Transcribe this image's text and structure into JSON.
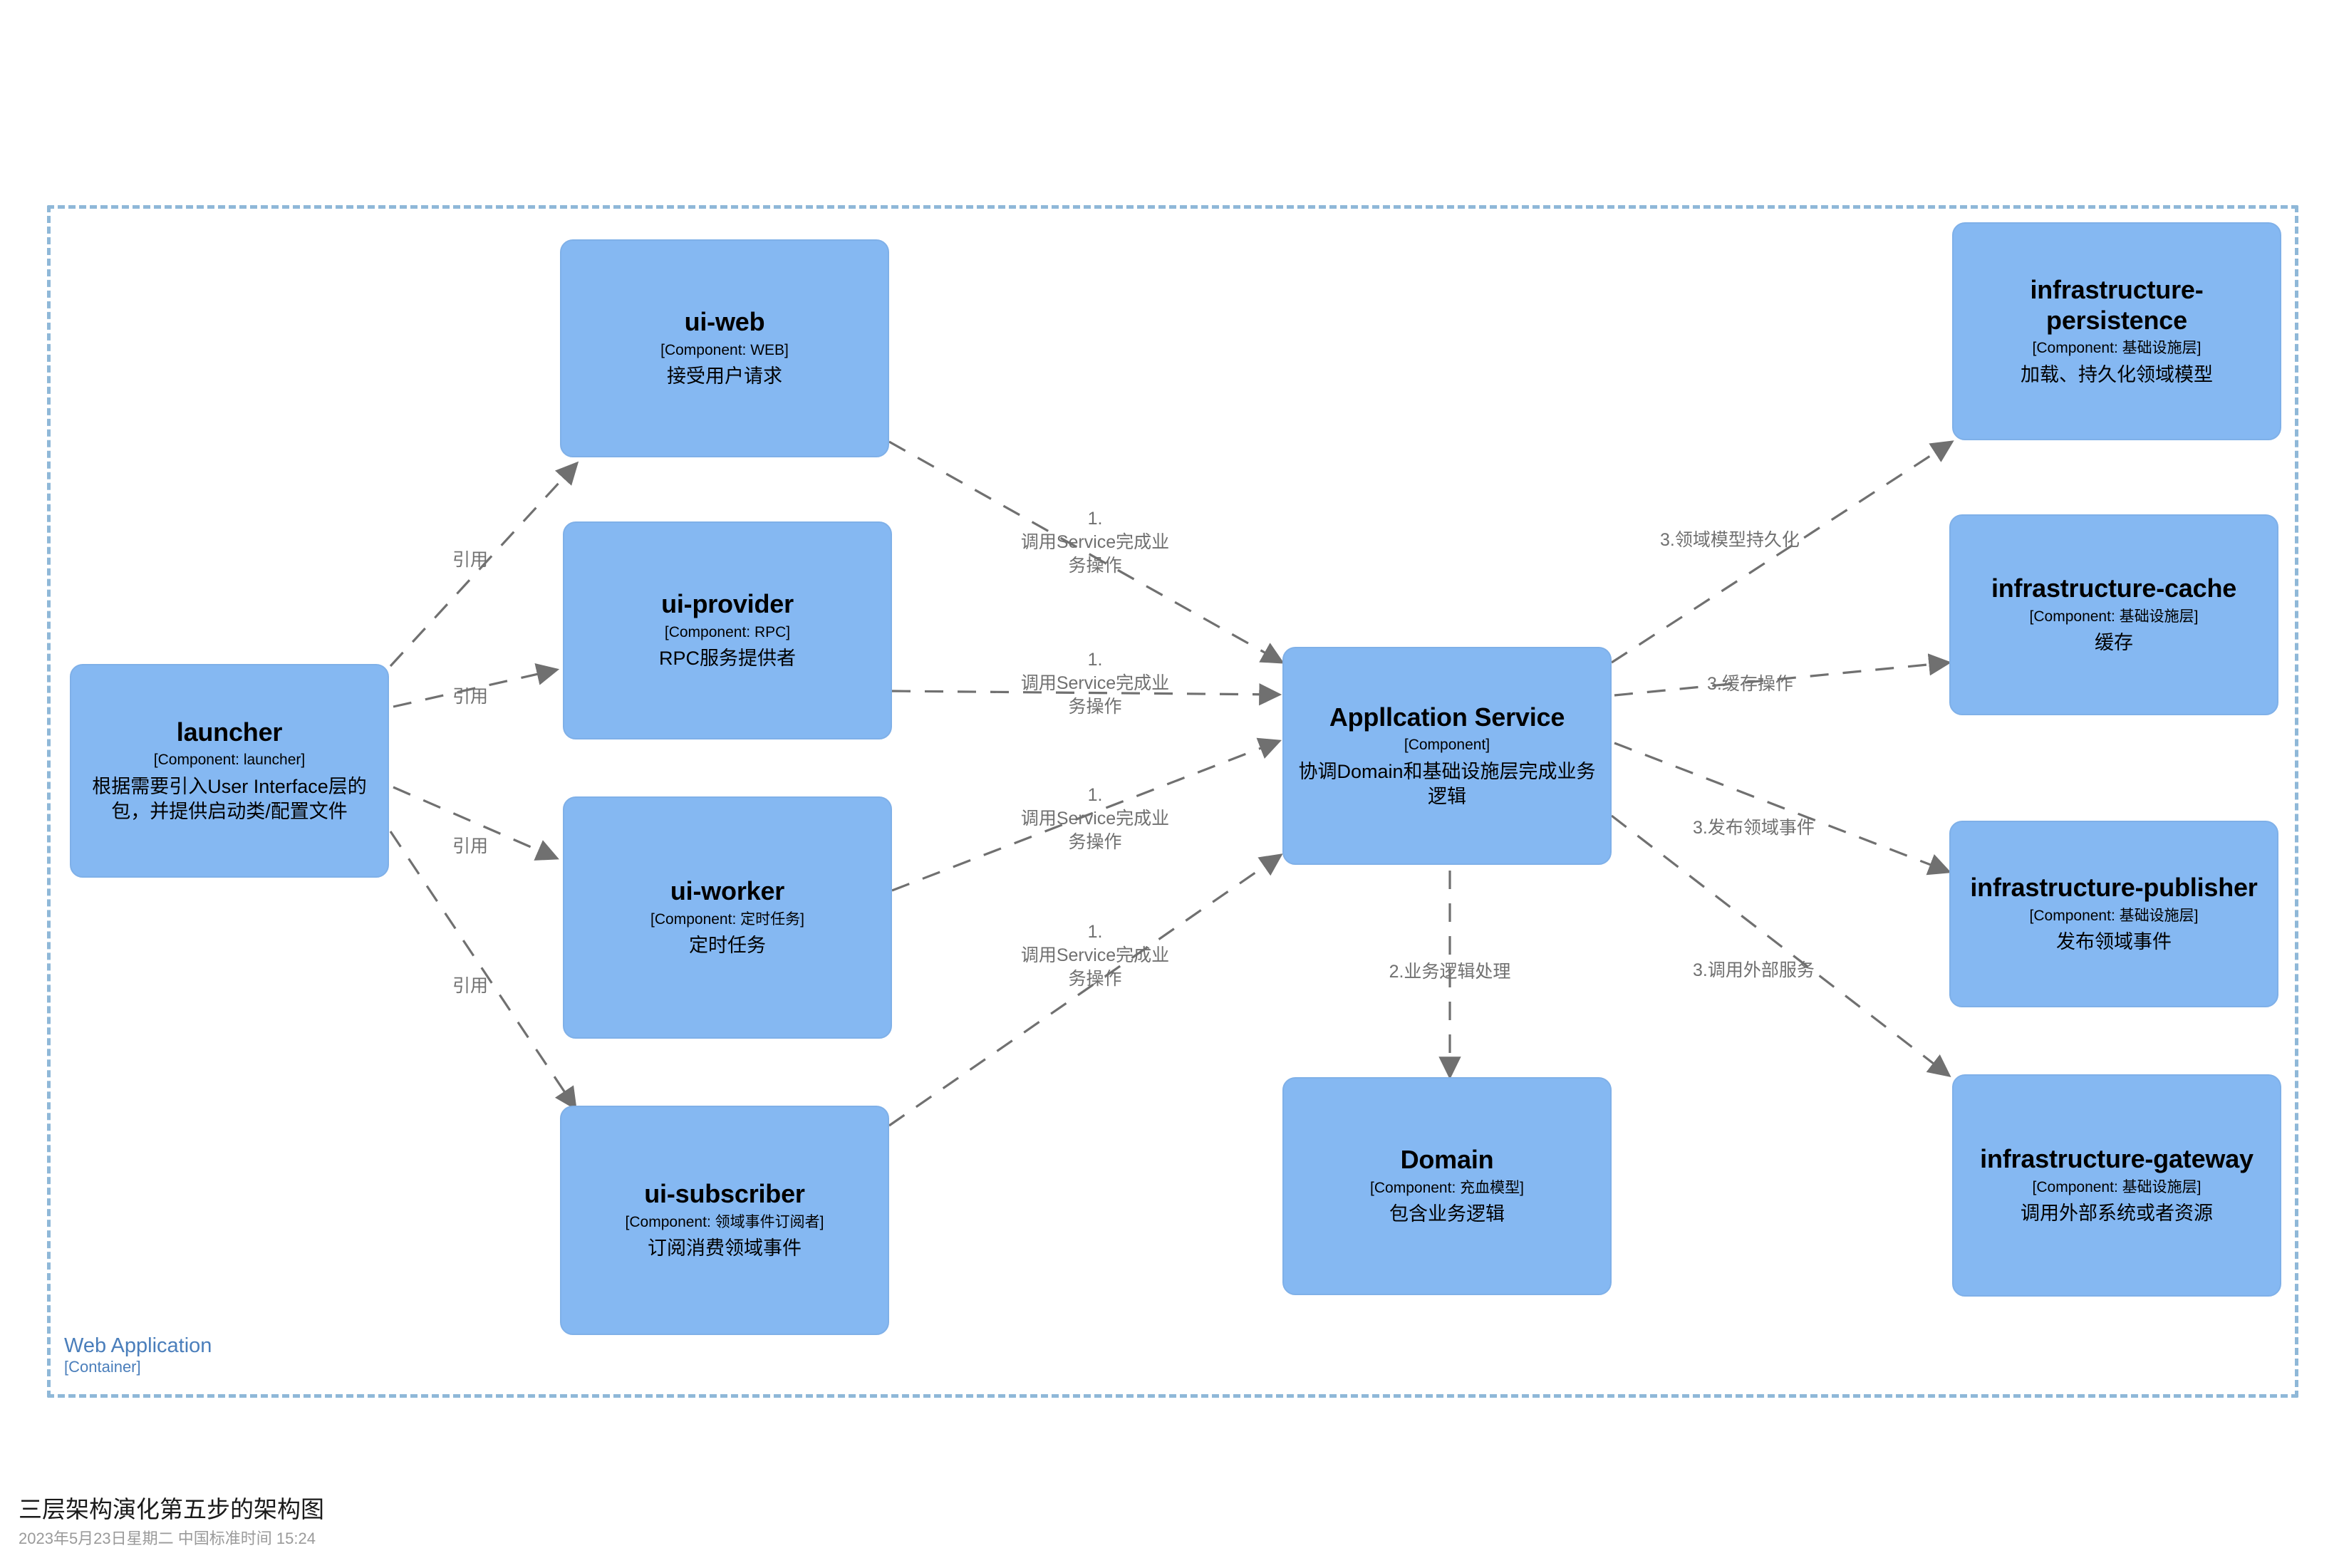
{
  "container": {
    "name": "Web Application",
    "type": "[Container]",
    "border_color": "#8fb8d8"
  },
  "theme": {
    "node_fill": "#85b8f2",
    "node_stroke": "#7fb0e8",
    "edge_color": "#707070",
    "container_label_color": "#4a7ebb"
  },
  "nodes": [
    {
      "id": "launcher",
      "title": "launcher",
      "tech": "[Component: launcher]",
      "desc": "根据需要引入User Interface层的包，并提供启动类/配置文件"
    },
    {
      "id": "ui-web",
      "title": "ui-web",
      "tech": "[Component: WEB]",
      "desc": "接受用户请求"
    },
    {
      "id": "ui-provider",
      "title": "ui-provider",
      "tech": "[Component: RPC]",
      "desc": "RPC服务提供者"
    },
    {
      "id": "ui-worker",
      "title": "ui-worker",
      "tech": "[Component: 定时任务]",
      "desc": "定时任务"
    },
    {
      "id": "ui-subscriber",
      "title": "ui-subscriber",
      "tech": "[Component: 领域事件订阅者]",
      "desc": "订阅消费领域事件"
    },
    {
      "id": "application-service",
      "title": "Appllcation Service",
      "tech": "[Component]",
      "desc": "协调Domain和基础设施层完成业务逻辑"
    },
    {
      "id": "domain",
      "title": "Domain",
      "tech": "[Component: 充血模型]",
      "desc": "包含业务逻辑"
    },
    {
      "id": "infrastructure-persistence",
      "title": "infrastructure-persistence",
      "tech": "[Component: 基础设施层]",
      "desc": "加载、持久化领域模型"
    },
    {
      "id": "infrastructure-cache",
      "title": "infrastructure-cache",
      "tech": "[Component: 基础设施层]",
      "desc": "缓存"
    },
    {
      "id": "infrastructure-publisher",
      "title": "infrastructure-publisher",
      "tech": "[Component: 基础设施层]",
      "desc": "发布领域事件"
    },
    {
      "id": "infrastructure-gateway",
      "title": "infrastructure-gateway",
      "tech": "[Component: 基础设施层]",
      "desc": "调用外部系统或者资源"
    }
  ],
  "edges": [
    {
      "id": "e1",
      "from": "launcher",
      "to": "ui-web",
      "label": "引用"
    },
    {
      "id": "e2",
      "from": "launcher",
      "to": "ui-provider",
      "label": "引用"
    },
    {
      "id": "e3",
      "from": "launcher",
      "to": "ui-worker",
      "label": "引用"
    },
    {
      "id": "e4",
      "from": "launcher",
      "to": "ui-subscriber",
      "label": "引用"
    },
    {
      "id": "e5",
      "from": "ui-web",
      "to": "application-service",
      "label": "1.\n调用Service完成业\n务操作"
    },
    {
      "id": "e6",
      "from": "ui-provider",
      "to": "application-service",
      "label": "1.\n调用Service完成业\n务操作"
    },
    {
      "id": "e7",
      "from": "ui-worker",
      "to": "application-service",
      "label": "1.\n调用Service完成业\n务操作"
    },
    {
      "id": "e8",
      "from": "ui-subscriber",
      "to": "application-service",
      "label": "1.\n调用Service完成业\n务操作"
    },
    {
      "id": "e9",
      "from": "application-service",
      "to": "domain",
      "label": "2.业务逻辑处理"
    },
    {
      "id": "e10",
      "from": "application-service",
      "to": "infrastructure-persistence",
      "label": "3.领域模型持久化"
    },
    {
      "id": "e11",
      "from": "application-service",
      "to": "infrastructure-cache",
      "label": "3.缓存操作"
    },
    {
      "id": "e12",
      "from": "application-service",
      "to": "infrastructure-publisher",
      "label": "3.发布领域事件"
    },
    {
      "id": "e13",
      "from": "application-service",
      "to": "infrastructure-gateway",
      "label": "3.调用外部服务"
    }
  ],
  "caption": {
    "title": "三层架构演化第五步的架构图",
    "subtitle": "2023年5月23日星期二 中国标准时间 15:24"
  }
}
